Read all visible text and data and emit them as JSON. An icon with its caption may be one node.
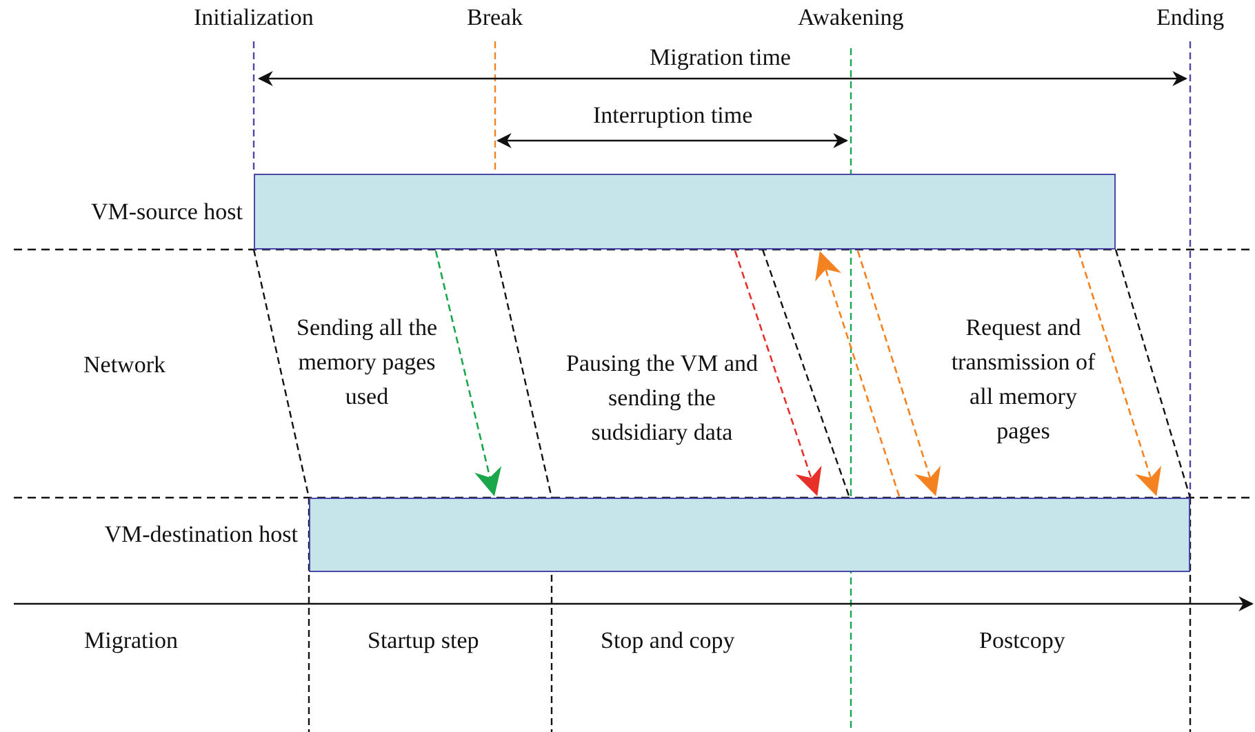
{
  "diagram": {
    "nodes": [
      {
        "text": [
          "VM-source host"
        ]
      },
      {
        "text": [
          "VM-destination host"
        ]
      }
    ],
    "edges": [
      {
        "from": 0,
        "to": 1,
        "arrow": "to",
        "style": "dashed",
        "color": "#1aa64a"
      },
      {
        "from": 0,
        "to": 1,
        "arrow": "to",
        "style": "dashed",
        "color": "#e8302a"
      },
      {
        "from": 1,
        "to": 0,
        "arrow": "to",
        "style": "dashed",
        "color": "#f58220"
      },
      {
        "from": 0,
        "to": 1,
        "arrow": "to",
        "style": "dashed",
        "color": "#f58220"
      },
      {
        "from": 0,
        "to": 1,
        "arrow": "to",
        "style": "dashed",
        "color": "#f58220"
      }
    ],
    "labels": [
      "Initialization",
      "Break",
      "Awakening",
      "Ending",
      "Migration time",
      "Interruption time",
      "Network",
      "Sending all the memory pages used",
      "Pausing the VM and sending the sudsidiary data",
      "Request and transmission of all memory pages",
      "Migration",
      "Startup step",
      "Stop and copy",
      "Postcopy"
    ]
  }
}
